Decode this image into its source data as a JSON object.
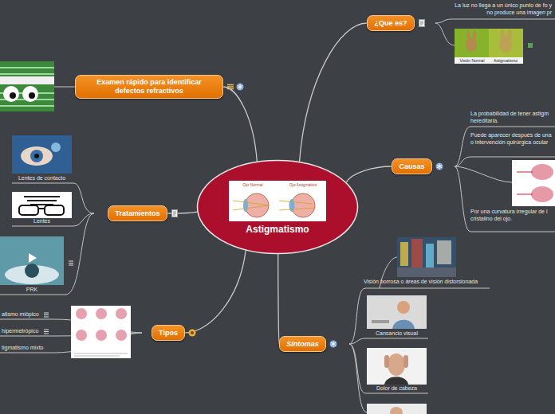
{
  "diagram": {
    "nodes": [
      {
        "text": [
          "Astigmatismo"
        ]
      },
      {
        "text": [
          "¿Que es?"
        ]
      },
      {
        "text": [
          "Causas"
        ]
      },
      {
        "text": [
          "Síntomas"
        ]
      },
      {
        "text": [
          "Tipos"
        ]
      },
      {
        "text": [
          "Tratamientos"
        ]
      },
      {
        "text": [
          "Examen rápido para identificar defectos refractivos"
        ]
      }
    ],
    "edges": [
      {
        "from": 0,
        "to": 1,
        "arrow": "none"
      },
      {
        "from": 0,
        "to": 2,
        "arrow": "none"
      },
      {
        "from": 0,
        "to": 3,
        "arrow": "none"
      },
      {
        "from": 0,
        "to": 4,
        "arrow": "none"
      },
      {
        "from": 0,
        "to": 5,
        "arrow": "none"
      },
      {
        "from": 0,
        "to": 6,
        "arrow": "none"
      }
    ],
    "labels": [
      "La luz no llega a un único punto de fo y no produce una imagen pr",
      "Visión Normal",
      "Astigmatismo",
      "La probabilidad de tener astigm hereditaria.",
      "Puede aparecer después de una o intervención quirúrgica ocular",
      "Por una curvatura irregular de l cristalino del ojo.",
      "Visión borrosa o áreas de visión distorsionada",
      "Cansancio visual",
      "Dolor de cabeza",
      "atismo miópico",
      "hipermetrópico",
      "tigmatismo mixto",
      "Lentes de contacto",
      "Lentes",
      "PRK",
      "Ojo Normal",
      "Ojo Astigmático"
    ]
  }
}
